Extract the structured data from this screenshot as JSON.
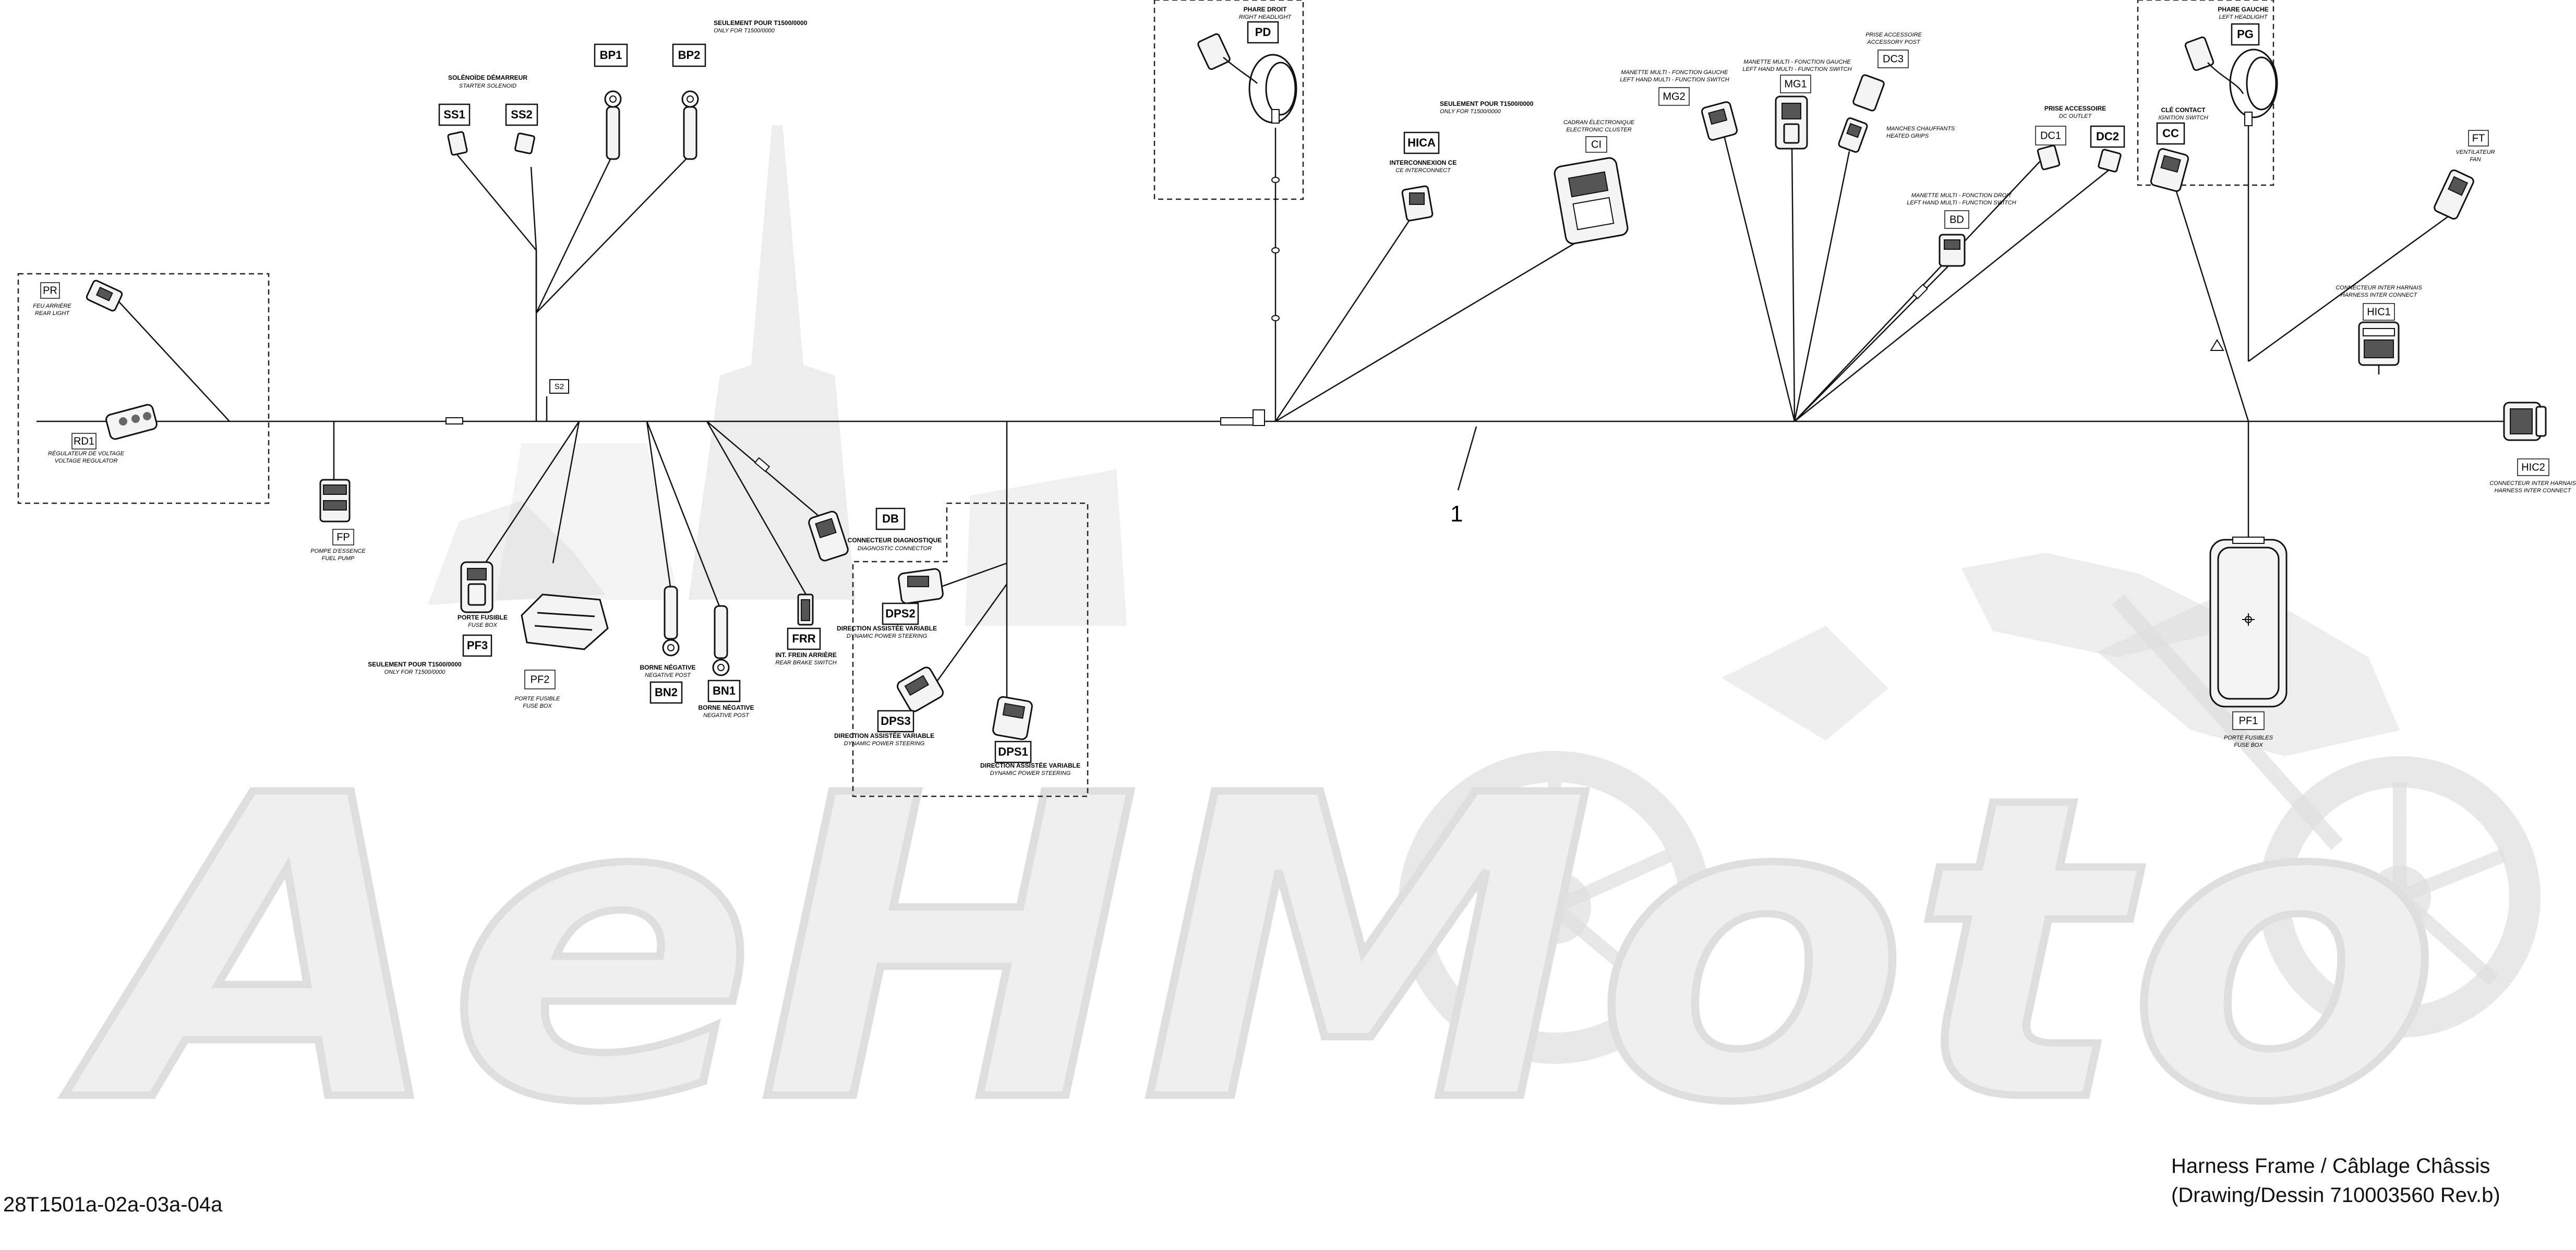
{
  "drawing": {
    "title_line1": "Harness Frame / Câblage Châssis",
    "title_line2": "(Drawing/Dessin 710003560 Rev.b)",
    "page_id": "28T1501a-02a-03a-04a",
    "watermark": "AeHMoto",
    "item_callout": "1",
    "splice_tag": "S2"
  },
  "connectors": {
    "PR": {
      "code": "PR",
      "fr": "FEU ARRIÈRE",
      "en": "REAR LIGHT"
    },
    "RD1": {
      "code": "RD1",
      "fr": "RÉGULATEUR DE VOLTAGE",
      "en": "VOLTAGE REGULATOR"
    },
    "FP": {
      "code": "FP",
      "fr": "POMPE D'ESSENCE",
      "en": "FUEL PUMP"
    },
    "SS1": {
      "code": "SS1"
    },
    "SS2": {
      "code": "SS2"
    },
    "SS": {
      "fr": "SOLÉNOÏDE DÉMARREUR",
      "en": "STARTER SOLENOID"
    },
    "BP1": {
      "code": "BP1"
    },
    "BP2": {
      "code": "BP2",
      "fr": "SEULEMENT POUR T1500/0000",
      "en": "ONLY FOR T1500/0000"
    },
    "PF3": {
      "code": "PF3",
      "fr": "SEULEMENT POUR T1500/0000",
      "en": "ONLY FOR T1500/0000"
    },
    "PF3F": {
      "fr": "PORTE FUSIBLE",
      "en": "FUSE BOX"
    },
    "PF2": {
      "code": "PF2",
      "fr": "PORTE FUSIBLE",
      "en": "FUSE BOX"
    },
    "BN2": {
      "code": "BN2",
      "fr": "BORNE NÉGATIVE",
      "en": "NEGATIVE POST"
    },
    "BN1": {
      "code": "BN1",
      "fr": "BORNE NÉGATIVE",
      "en": "NEGATIVE POST"
    },
    "FRR": {
      "code": "FRR",
      "fr": "INT. FREIN ARRIÈRE",
      "en": "REAR BRAKE SWITCH"
    },
    "DB": {
      "code": "DB",
      "fr": "CONNECTEUR DIAGNOSTIQUE",
      "en": "DIAGNOSTIC CONNECTOR"
    },
    "DPS2": {
      "code": "DPS2",
      "fr": "DIRECTION ASSISTÉE VARIABLE",
      "en": "DYNAMIC POWER STEERING"
    },
    "DPS3": {
      "code": "DPS3",
      "fr": "DIRECTION ASSISTÉE VARIABLE",
      "en": "DYNAMIC POWER STEERING"
    },
    "DPS1": {
      "code": "DPS1",
      "fr": "DIRECTION ASSISTÉE VARIABLE",
      "en": "DYNAMIC POWER STEERING"
    },
    "PD": {
      "code": "PD",
      "fr": "PHARE DROIT",
      "en": "RIGHT HEADLIGHT"
    },
    "HICA": {
      "code": "HICA",
      "fr": "SEULEMENT POUR T1500/0000",
      "en": "ONLY FOR T1500/0000"
    },
    "HICAI": {
      "fr": "INTERCONNEXION CE",
      "en": "CE INTERCONNECT"
    },
    "CI": {
      "code": "CI",
      "fr": "CADRAN ÉLECTRONIQUE",
      "en": "ELECTRONIC CLUSTER"
    },
    "MG2": {
      "code": "MG2",
      "fr": "MANETTE MULTI - FONCTION GAUCHE",
      "en": "LEFT HAND MULTI - FUNCTION SWITCH"
    },
    "MG1": {
      "code": "MG1",
      "fr": "MANETTE MULTI - FONCTION GAUCHE",
      "en": "LEFT HAND MULTI - FUNCTION SWITCH"
    },
    "DC3": {
      "code": "DC3",
      "fr": "PRISE ACCESSOIRE",
      "en": "ACCESSORY POST"
    },
    "DC3N": {
      "fr": "MANCHES CHAUFFANTS",
      "en": "HEATED GRIPS"
    },
    "BD": {
      "code": "BD",
      "fr": "MANETTE MULTI - FONCTION DROIT",
      "en": "LEFT HAND MULTI - FUNCTION SWITCH"
    },
    "DC1": {
      "code": "DC1"
    },
    "DC2": {
      "code": "DC2",
      "fr": "PRISE ACCESSOIRE",
      "en": "DC OUTLET"
    },
    "PG": {
      "code": "PG",
      "fr": "PHARE GAUCHE",
      "en": "LEFT HEADLIGHT"
    },
    "CC": {
      "code": "CC",
      "fr": "CLÉ CONTACT",
      "en": "IGNITION SWITCH"
    },
    "FT": {
      "code": "FT",
      "fr": "VENTILATEUR",
      "en": "FAN"
    },
    "HIC1": {
      "code": "HIC1",
      "fr": "CONNECTEUR INTER HARNAIS",
      "en": "HARNESS INTER CONNECT"
    },
    "HIC2": {
      "code": "HIC2",
      "fr": "CONNECTEUR INTER HARNAIS",
      "en": "HARNESS INTER CONNECT"
    },
    "PF1": {
      "code": "PF1",
      "fr": "PORTE FUSIBLES",
      "en": "FUSE BOX"
    }
  }
}
